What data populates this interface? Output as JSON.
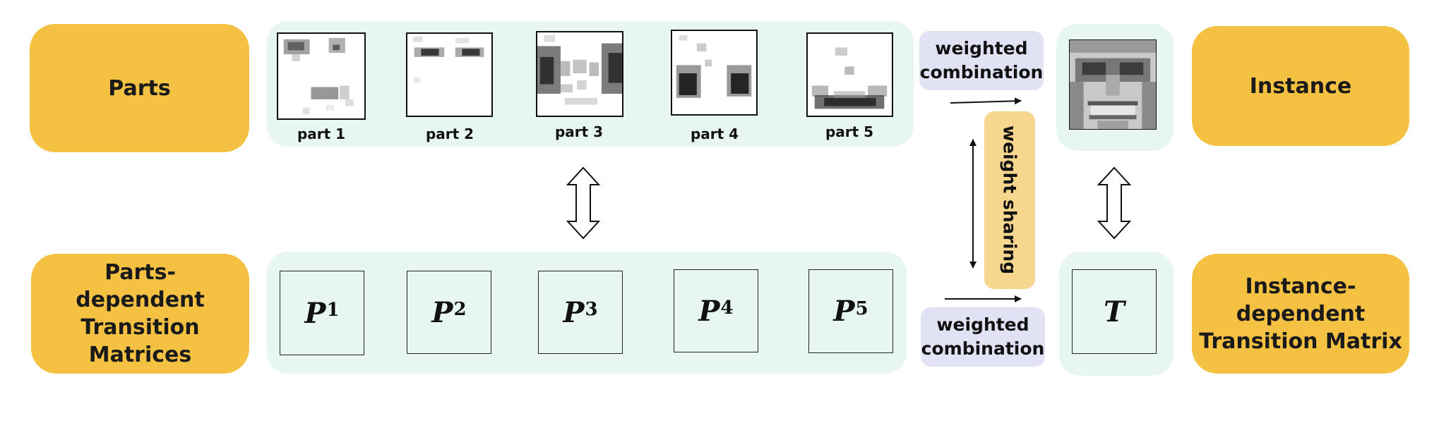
{
  "left_labels": {
    "parts": "Parts",
    "parts_dependent": [
      "Parts-",
      "dependent",
      "Transition Matrices"
    ]
  },
  "right_labels": {
    "instance": "Instance",
    "instance_dependent": [
      "Instance-",
      "dependent",
      "Transition Matrix"
    ]
  },
  "parts": [
    {
      "label": "part 1"
    },
    {
      "label": "part 2"
    },
    {
      "label": "part 3"
    },
    {
      "label": "part 4"
    },
    {
      "label": "part 5"
    }
  ],
  "matrices": [
    {
      "symbol": "P",
      "sup": "1"
    },
    {
      "symbol": "P",
      "sup": "2"
    },
    {
      "symbol": "P",
      "sup": "3"
    },
    {
      "symbol": "P",
      "sup": "4"
    },
    {
      "symbol": "P",
      "sup": "5"
    }
  ],
  "instance_matrix": "T",
  "combination_top": [
    "weighted",
    "combination"
  ],
  "combination_bottom": [
    "weighted",
    "combination"
  ],
  "weight_sharing": "weight sharing",
  "colors": {
    "orange": "#f4c142",
    "panel": "#e8f6f2",
    "purple": "#e2e2f5",
    "sharing": "#f7d68e"
  }
}
